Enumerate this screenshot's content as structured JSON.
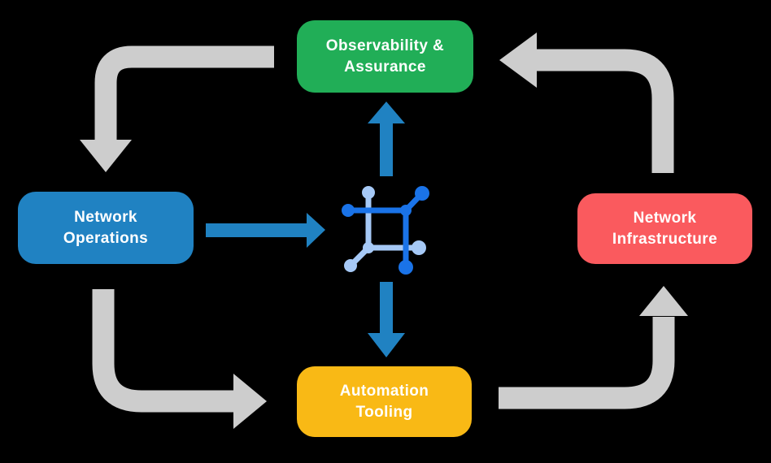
{
  "background_color": "#000000",
  "diagram": {
    "description": "Closed-loop network automation cycle diagram",
    "nodes": [
      {
        "id": "observability-assurance",
        "line1": "Observability &",
        "line2": "Assurance",
        "color": "#21AE57",
        "position": "top"
      },
      {
        "id": "network-operations",
        "line1": "Network",
        "line2": "Operations",
        "color": "#2082C2",
        "position": "left"
      },
      {
        "id": "network-infrastructure",
        "line1": "Network",
        "line2": "Infrastructure",
        "color": "#FA5A5E",
        "position": "right"
      },
      {
        "id": "automation-tooling",
        "line1": "Automation",
        "line2": "Tooling",
        "color": "#F9B915",
        "position": "bottom"
      }
    ],
    "center_icon": {
      "name": "network-hub-icon",
      "primary_color": "#1A73E8",
      "secondary_color": "#A6C9F6"
    },
    "arrows": {
      "gray_color": "#CDCDCD",
      "blue_color": "#2082C2",
      "gray_flows": [
        {
          "from": "observability-assurance",
          "to": "network-operations"
        },
        {
          "from": "network-operations",
          "to": "automation-tooling"
        },
        {
          "from": "automation-tooling",
          "to": "network-infrastructure"
        },
        {
          "from": "network-infrastructure",
          "to": "observability-assurance"
        }
      ],
      "blue_flows": [
        {
          "from": "network-operations",
          "to": "network-hub-icon"
        },
        {
          "from": "network-hub-icon",
          "to": "observability-assurance"
        },
        {
          "from": "network-hub-icon",
          "to": "automation-tooling"
        }
      ]
    }
  }
}
